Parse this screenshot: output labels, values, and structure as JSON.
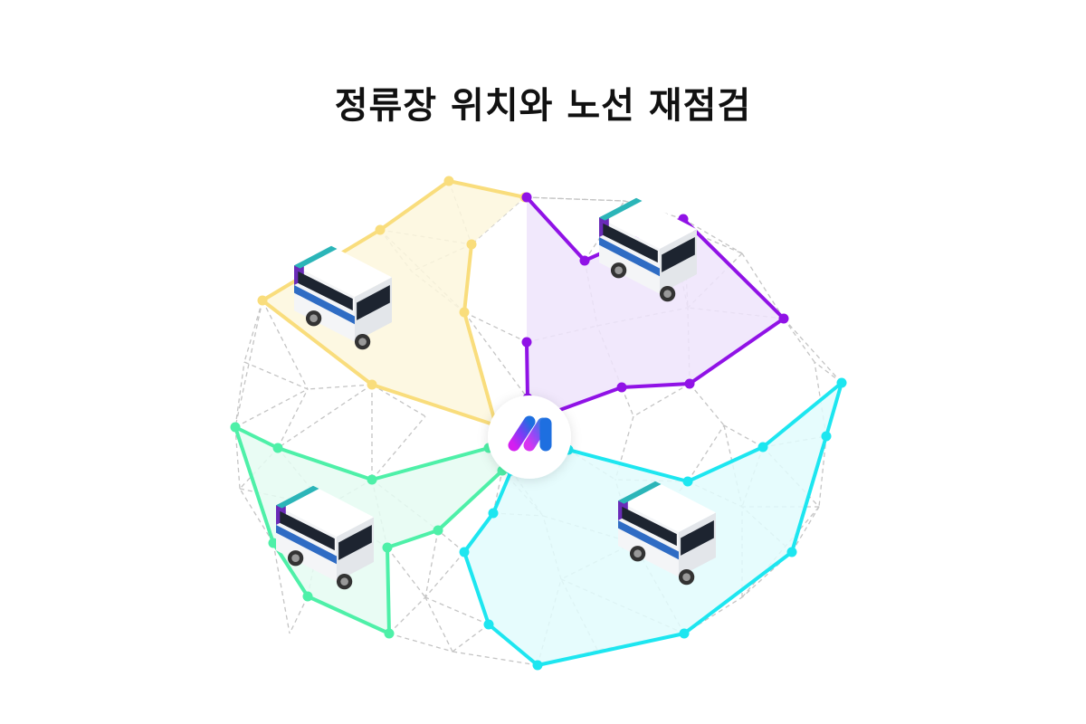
{
  "title": "정류장 위치와 노선 재점검",
  "routes": [
    {
      "name": "route-yellow",
      "color": "#f9dd7c",
      "fill": "#fdf7dd"
    },
    {
      "name": "route-purple",
      "color": "#9012e6",
      "fill": "#efe4fc"
    },
    {
      "name": "route-cyan",
      "color": "#1de6f0",
      "fill": "#e2fbfd"
    },
    {
      "name": "route-green",
      "color": "#4ef0a8",
      "fill": "#e5fbf2"
    }
  ],
  "network_color": "#c4c4c4",
  "center_logo": {
    "icon": "brand-m-logo-icon",
    "gradient": [
      "#d41ef0",
      "#7a3cf5",
      "#1e6fe0"
    ]
  },
  "vehicles": [
    {
      "icon": "van-icon"
    },
    {
      "icon": "van-icon"
    },
    {
      "icon": "van-icon"
    },
    {
      "icon": "van-icon"
    }
  ]
}
